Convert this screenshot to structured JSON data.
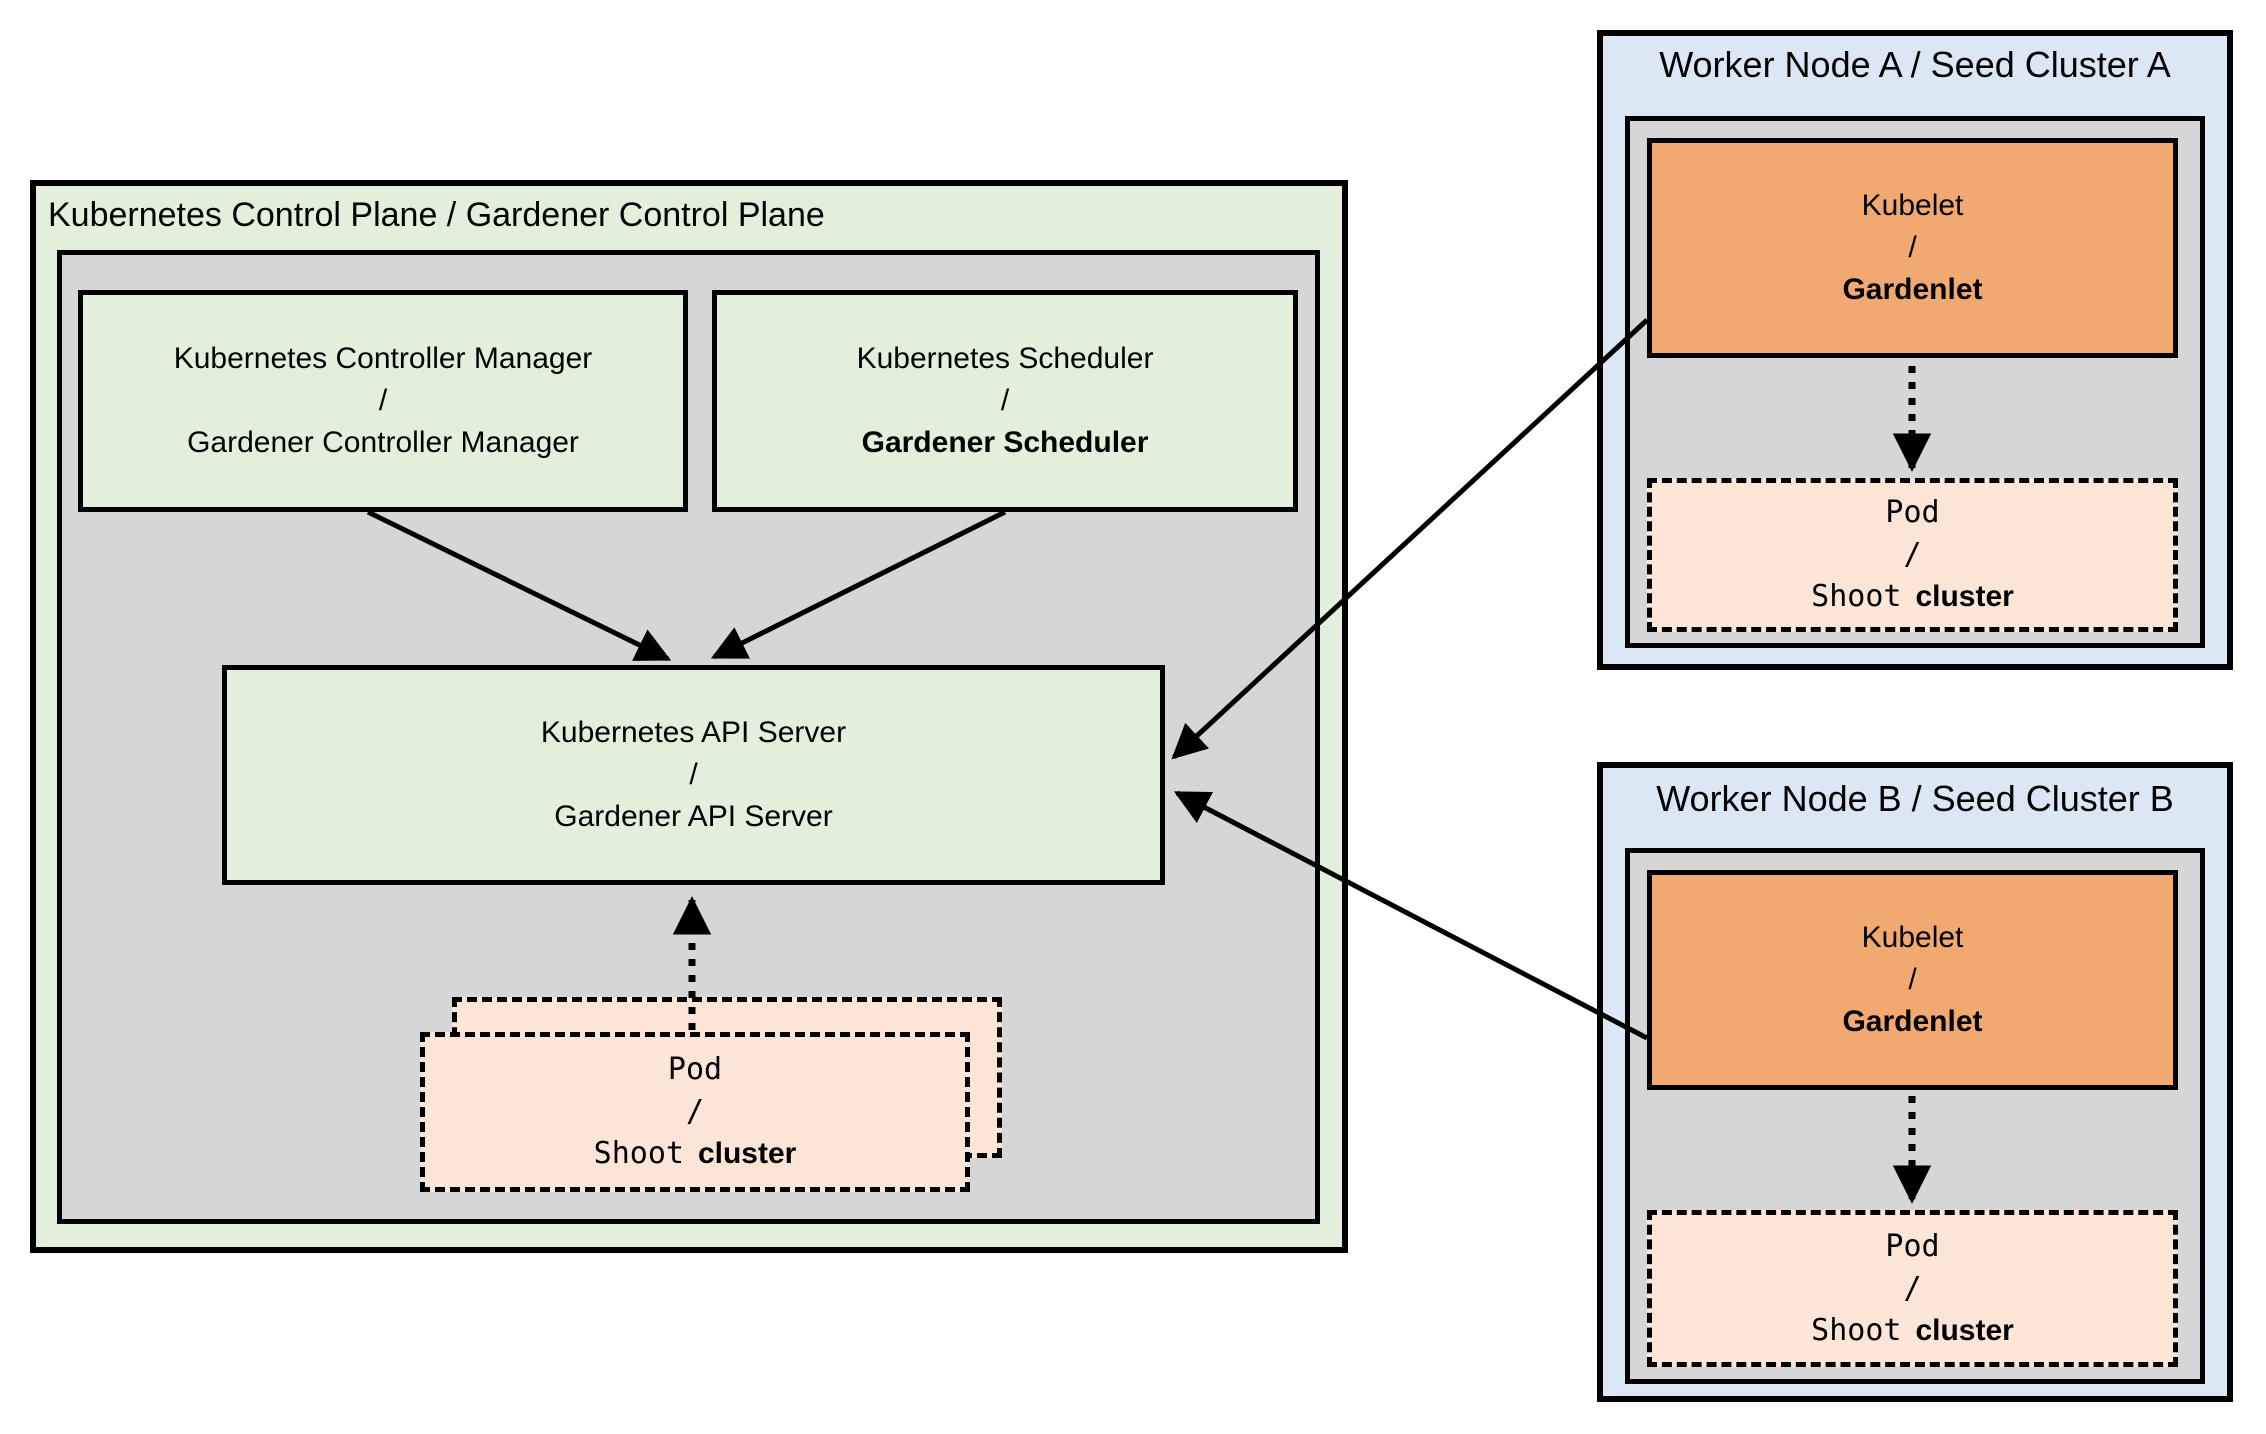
{
  "colors": {
    "container_green": "#e3efda",
    "container_gray": "#d6d6d6",
    "container_blue": "#dbe7f4",
    "kubelet_orange": "#f2a971",
    "pod_peach": "#fbe5d6",
    "line_black": "#000000"
  },
  "control_plane": {
    "title": "Kubernetes Control Plane / Gardener Control Plane",
    "controller_manager": {
      "line1": "Kubernetes Controller Manager",
      "separator": "/",
      "line2": "Gardener Controller Manager"
    },
    "scheduler": {
      "line1": "Kubernetes Scheduler",
      "separator": "/",
      "line2": "Gardener Scheduler"
    },
    "api_server": {
      "line1": "Kubernetes API Server",
      "separator": "/",
      "line2": "Gardener API Server"
    },
    "pod": {
      "line1": "Pod",
      "separator": "/",
      "line2_mono": "Shoot",
      "line2_suffix": "cluster"
    }
  },
  "worker_node_a": {
    "title": "Worker Node A / Seed Cluster A",
    "kubelet": {
      "line1": "Kubelet",
      "separator": "/",
      "line2": "Gardenlet"
    },
    "pod": {
      "line1": "Pod",
      "separator": "/",
      "line2_mono": "Shoot",
      "line2_suffix": "cluster"
    }
  },
  "worker_node_b": {
    "title": "Worker Node B / Seed Cluster B",
    "kubelet": {
      "line1": "Kubelet",
      "separator": "/",
      "line2": "Gardenlet"
    },
    "pod": {
      "line1": "Pod",
      "separator": "/",
      "line2_mono": "Shoot",
      "line2_suffix": "cluster"
    }
  }
}
